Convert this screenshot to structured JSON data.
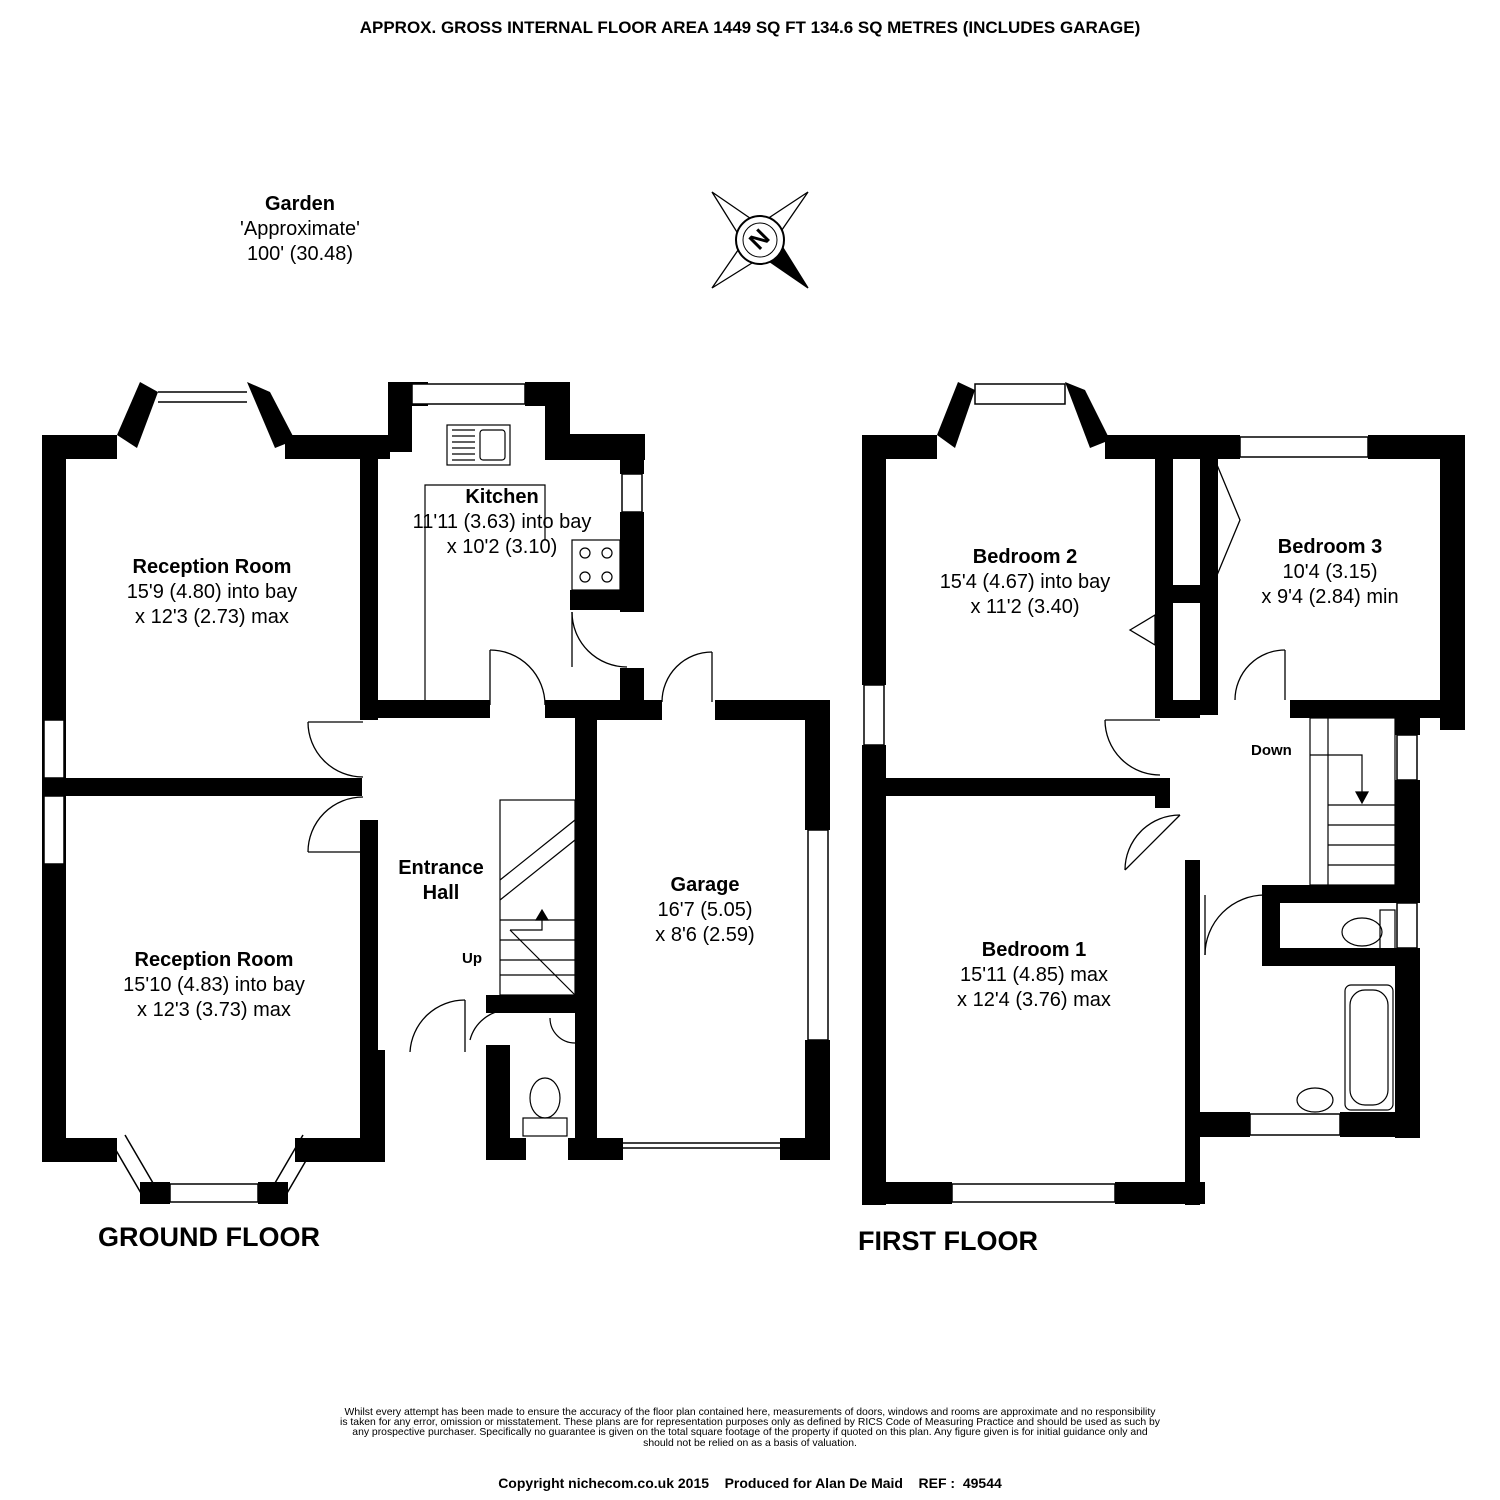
{
  "header": "APPROX. GROSS INTERNAL FLOOR AREA 1449 SQ FT 134.6 SQ METRES (INCLUDES GARAGE)",
  "garden": {
    "title": "Garden",
    "line1": "'Approximate'",
    "line2": "100' (30.48)"
  },
  "compass": {
    "letter": "N"
  },
  "ground_floor": {
    "label": "GROUND FLOOR",
    "rooms": {
      "reception_upper": {
        "name": "Reception Room",
        "line1": "15'9 (4.80) into bay",
        "line2": "x 12'3 (2.73) max"
      },
      "reception_lower": {
        "name": "Reception Room",
        "line1": "15'10 (4.83) into bay",
        "line2": "x 12'3 (3.73) max"
      },
      "kitchen": {
        "name": "Kitchen",
        "line1": "11'11 (3.63) into bay",
        "line2": "x 10'2 (3.10)"
      },
      "hall": {
        "name1": "Entrance",
        "name2": "Hall"
      },
      "garage": {
        "name": "Garage",
        "line1": "16'7 (5.05)",
        "line2": "x 8'6 (2.59)"
      }
    },
    "stairs_label": "Up"
  },
  "first_floor": {
    "label": "FIRST FLOOR",
    "rooms": {
      "bedroom2": {
        "name": "Bedroom 2",
        "line1": "15'4 (4.67) into bay",
        "line2": "x 11'2 (3.40)"
      },
      "bedroom3": {
        "name": "Bedroom 3",
        "line1": "10'4 (3.15)",
        "line2": "x 9'4 (2.84) min"
      },
      "bedroom1": {
        "name": "Bedroom 1",
        "line1": "15'11 (4.85) max",
        "line2": "x 12'4 (3.76) max"
      }
    },
    "stairs_label": "Down"
  },
  "disclaimer": "Whilst every attempt has been made to ensure the accuracy of the floor plan contained here, measurements of doors, windows and rooms are approximate and no responsibility is taken for any error, omission or misstatement. These plans are for representation purposes only as defined by RICS Code of Measuring Practice and should be used as such by any prospective purchaser. Specifically no guarantee is given on the total square footage of the property if quoted on this plan. Any figure given is for initial guidance only and should not be relied on as a basis of valuation.",
  "footer": "Copyright nichecom.co.uk 2015    Produced for Alan De Maid    REF :  49544",
  "colors": {
    "wall": "#000000",
    "background": "#ffffff",
    "compass_fill": "#000000"
  }
}
